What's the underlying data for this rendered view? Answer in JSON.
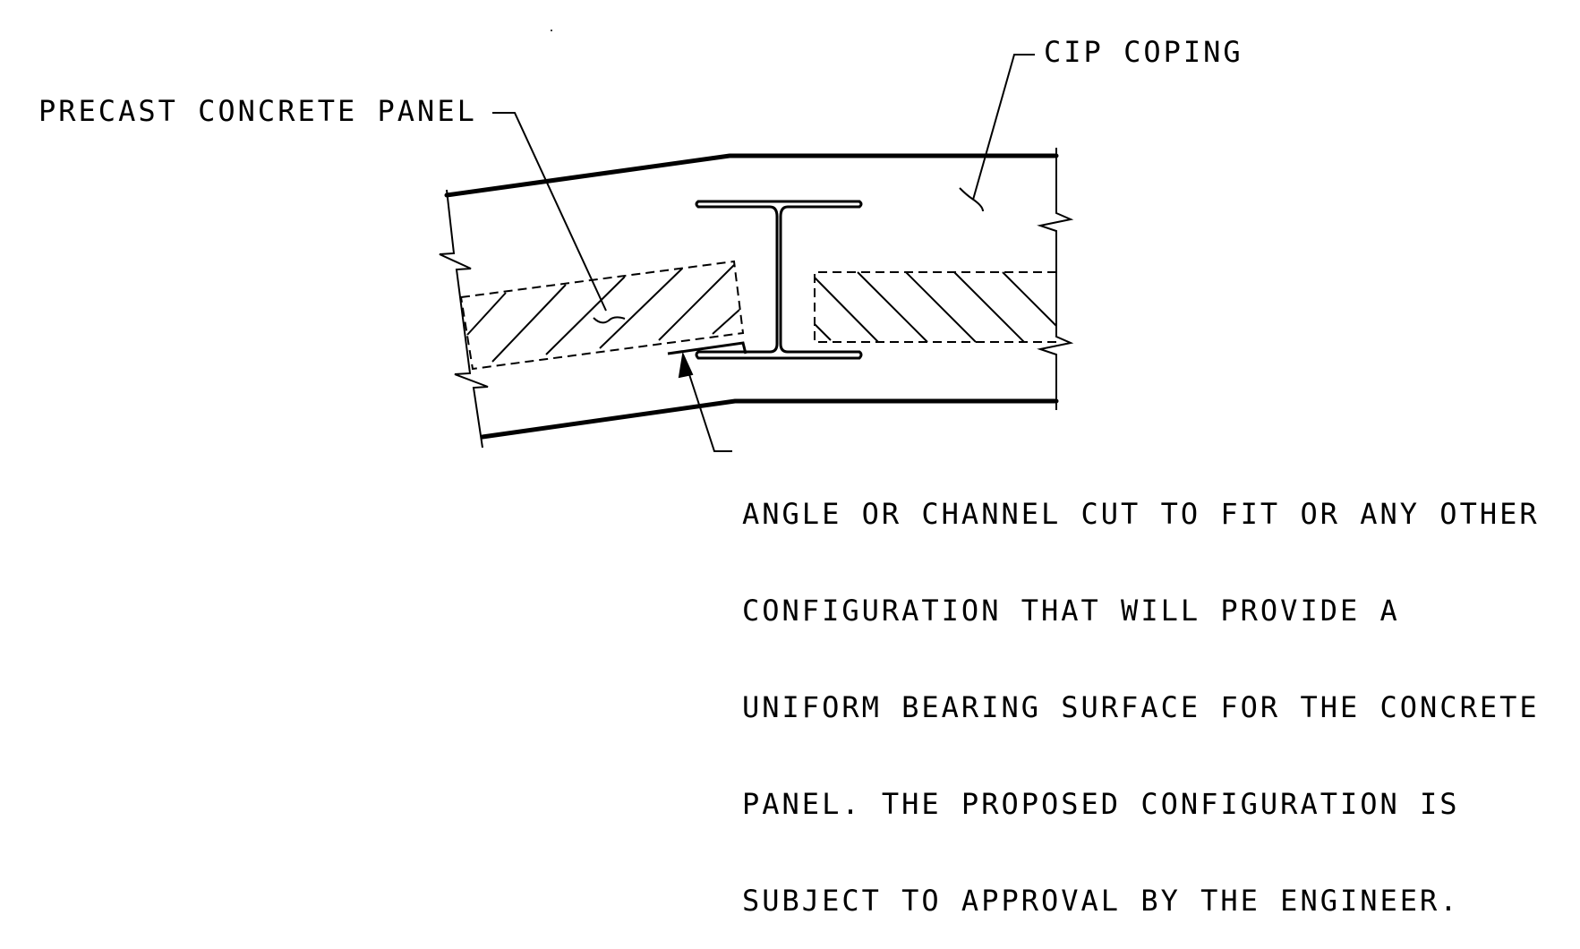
{
  "labels": {
    "cip_coping": "CIP COPING",
    "precast_panel": "PRECAST CONCRETE PANEL"
  },
  "note": {
    "lines": [
      "ANGLE OR CHANNEL CUT TO FIT OR ANY OTHER",
      "CONFIGURATION THAT WILL PROVIDE A",
      "UNIFORM BEARING SURFACE FOR THE CONCRETE",
      "PANEL. THE PROPOSED CONFIGURATION IS",
      "SUBJECT TO APPROVAL BY THE ENGINEER."
    ]
  },
  "colors": {
    "line": "#000000",
    "background": "#ffffff"
  }
}
